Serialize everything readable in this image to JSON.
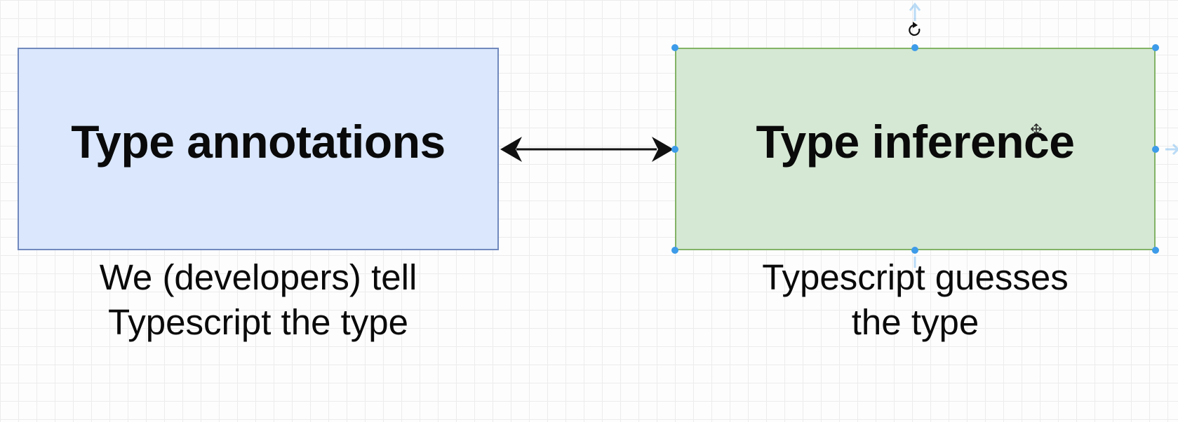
{
  "diagram": {
    "nodes": [
      {
        "id": "annotations",
        "title": "Type annotations",
        "caption_lines": [
          "We (developers) tell",
          "Typescript the type"
        ],
        "fill": "#dae7fc",
        "stroke": "#7189bd"
      },
      {
        "id": "inference",
        "title": "Type inference",
        "caption_lines": [
          "Typescript guesses",
          "the type"
        ],
        "fill": "#d5e8d4",
        "stroke": "#82b366",
        "selected": true
      }
    ],
    "edges": [
      {
        "from": "annotations",
        "to": "inference",
        "direction": "both"
      }
    ],
    "selection_color": "#3d9be9"
  }
}
